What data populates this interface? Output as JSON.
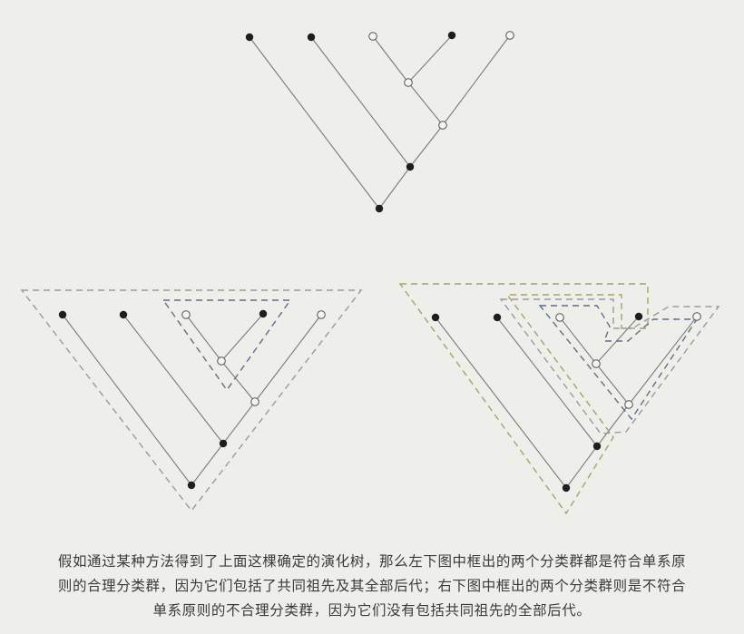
{
  "caption": {
    "line1": "假如通过某种方法得到了上面这棵确定的演化树，那么左下图中框出的两个分类群都是符合单系原",
    "line2": "则的合理分类群，因为它们包括了共同祖先及其全部后代；右下图中框出的两个分类群则是不符合",
    "line3": "单系原则的不合理分类群，因为它们没有包括共同祖先的全部后代。"
  },
  "colors": {
    "branch": "#7a7a7a",
    "filled_node": "#1e1e1e",
    "hollow_node_fill": "#f4f4f0",
    "box_gray": "#9a9a96",
    "box_blue": "#5f6f88",
    "box_olive": "#aaa06a"
  }
}
